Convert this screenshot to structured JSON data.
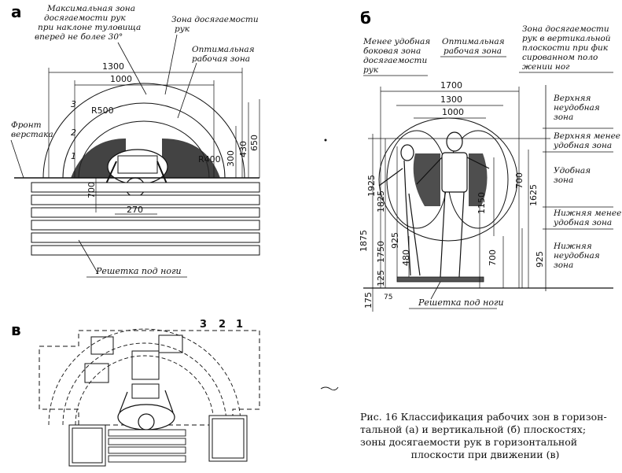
{
  "panels": {
    "a": {
      "letter": "а",
      "labels": {
        "max_zone": [
          "Максимальная зона",
          "досягаемости рук",
          "при наклоне туловища",
          "вперед не более 30°"
        ],
        "reach_zone": [
          "Зона досягаемости",
          "рук"
        ],
        "optimal_zone": [
          "Оптимальная",
          "рабочая зона"
        ],
        "front": [
          "Фронт",
          "верстака"
        ],
        "grating": "Решетка под ноги"
      },
      "dims": [
        "1300",
        "1000",
        "R500",
        "R400",
        "300",
        "430",
        "650",
        "700",
        "270"
      ],
      "arc_numbers": [
        "3",
        "2",
        "1"
      ]
    },
    "b": {
      "letter": "б",
      "labels": {
        "side_zone": [
          "Менее удобная",
          "боковая зона",
          "досягаемости",
          "рук"
        ],
        "optimal_zone": [
          "Оптимальная",
          "рабочая зона"
        ],
        "vertical_zone": [
          "Зона досягаемости",
          "рук в вертикальной",
          "плоскости при фик",
          "сированном поло",
          "жении ног"
        ],
        "upper_bad": [
          "Верхняя",
          "неудобная",
          "зона"
        ],
        "upper_less": [
          "Верхняя менее",
          "удобная зона"
        ],
        "convenient": [
          "Удобная",
          "зона"
        ],
        "lower_less": [
          "Нижняя менее",
          "удобная зона"
        ],
        "lower_bad": [
          "Нижняя",
          "неудобная",
          "зона"
        ],
        "grating": "Решетка под ноги"
      },
      "dims": [
        "1700",
        "1300",
        "1000",
        "1925",
        "1875",
        "1825",
        "1750",
        "925",
        "480",
        "125",
        "175",
        "75",
        "700",
        "1150",
        "1625",
        "925",
        "700"
      ]
    },
    "c": {
      "letter": "в",
      "arc_numbers": [
        "3",
        "2",
        "1"
      ]
    }
  },
  "caption": {
    "lines": [
      "Рис. 16  Классификация рабочих зон в горизон-",
      "тальной (а) и вертикальной (б) плоскостях;",
      "зоны досягаемости рук в горизонтальной",
      "плоскости при движении (в)"
    ]
  }
}
